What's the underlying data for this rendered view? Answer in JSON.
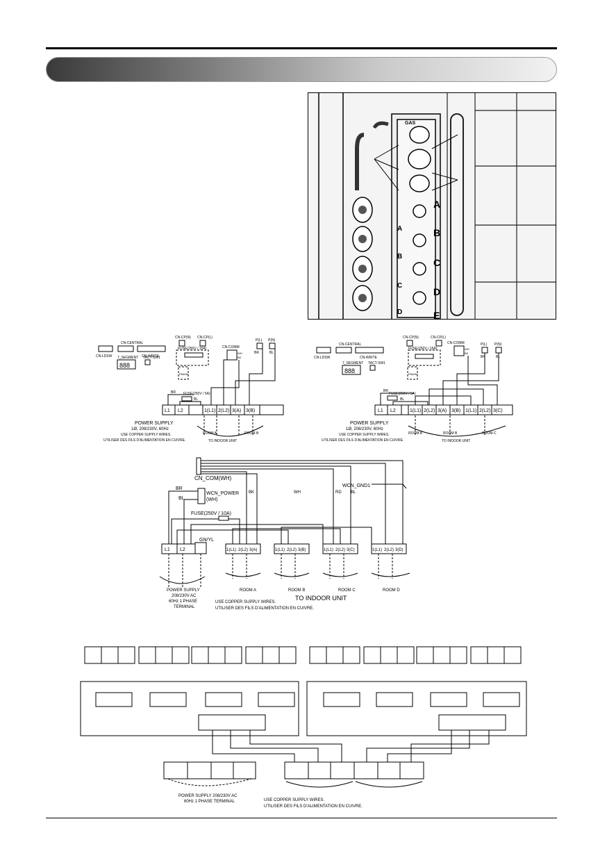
{
  "diagram_top_left": {
    "labels": {
      "cn_central": "CN-CENTRAL",
      "cn_ldsw": "CN-LDSW",
      "cn_write": "CN-WRITE",
      "seg7": "7_SEGMENT",
      "seg_digits": "888",
      "tact": "TACT-SW1",
      "cn_cpn": "CN-CP(N)",
      "cn_cpl": "CN-CP(L)",
      "fuse_top": "FUSE(250V / 15A)",
      "cn_comm": "CN-COMM",
      "pl": "P(L)",
      "pn": "P(N)",
      "br1": "BR",
      "bl1": "BL",
      "pmain": "PMAIN",
      "wh": "WH",
      "bk": "BK",
      "br": "BR",
      "bl": "BL",
      "fuse": "FUSE(250V / 5A)",
      "room_a": "ROOM A",
      "room_b": "ROOM B",
      "to_indoor": "TO INDOOR UNIT",
      "power": "POWER SUPPLY",
      "power_spec": "1Ø, 208/230V, 60Hz",
      "copper_en": "USE COPPER SUPPLY WIRES.",
      "copper_fr": "UTILISER DES FILS D'ALIMENTATION EN CUIVRE."
    },
    "terminals": [
      "L1",
      "L2",
      "1(L1)",
      "2(L2)",
      "3(A)",
      "3(B)"
    ]
  },
  "diagram_top_right": {
    "labels": {
      "cn_central": "CN-CENTRAL",
      "cn_ldsw": "CN-LDSW",
      "cn_write": "CN-WRITE",
      "seg7": "7_SEGMENT",
      "seg_digits": "888",
      "tact": "TACT-SW1",
      "cn_cpn": "CN-CP(N)",
      "cn_cpl": "CN-CP(L)",
      "fuse_top": "FUSE(250V / 15A)",
      "cn_comm": "CN-COMM",
      "pl": "P(L)",
      "pn": "P(N)",
      "br1": "BR",
      "bl1": "BL",
      "pmain": "PMAIN",
      "wh": "WH",
      "bk": "BK",
      "br": "BR",
      "bl": "BL",
      "fuse": "FUSE(250V / 5A)",
      "room_a": "ROOM A",
      "room_b": "ROOM B",
      "room_c": "ROOM C",
      "to_indoor": "TO INDOOR UNIT",
      "power": "POWER SUPPLY",
      "power_spec": "1Ø, 208/230V, 60Hz",
      "copper_en": "USE COPPER SUPPLY WIRES.",
      "copper_fr": "UTILISER DES FILS D'ALIMENTATION EN CUIVRE."
    },
    "terminals": [
      "L1",
      "L2",
      "1(L1)",
      "2(L2)",
      "3(A)",
      "3(B)",
      "1(L1)",
      "2(L2)",
      "3(C)"
    ]
  },
  "diagram_middle": {
    "labels": {
      "cn_com": "CN_COM(WH)",
      "wcn_gnd": "WCN_GND1",
      "wcn_power": "WCN_POWER",
      "wcn_power_wh": "(WH)",
      "br": "BR",
      "bl": "BL",
      "bk": "BK",
      "wh": "WH",
      "rd": "RD",
      "bl_v": "BL",
      "fuse": "FUSE(250V / 10A)",
      "gnyl": "GN/YL",
      "room_a": "ROOM A",
      "room_b": "ROOM B",
      "room_c": "ROOM C",
      "room_d": "ROOM D",
      "power1": "POWER SUPPLY",
      "power2": "208/230V AC",
      "power3": "60Hz 1 PHASE",
      "power4": "TERMINAL",
      "copper_en": "USE COPPER SUPPLY WIRES.",
      "to_indoor": "TO INDOOR UNIT",
      "copper_fr": "UTILISER DES FILS D'ALIMENTATION EN CUIVRE."
    },
    "terminals": [
      "L1",
      "L2",
      "1(L1)",
      "2(L2)",
      "3(A)",
      "1(L1)",
      "2(L2)",
      "3(B)",
      "1(L1)",
      "2(L2)",
      "3(C)",
      "1(L1)",
      "2(L2)",
      "3(D)"
    ]
  },
  "diagram_bottom": {
    "labels": {
      "power": "POWER SUPPLY 208/230V AC",
      "power2": "60Hz 1 PHASE TERMINAL",
      "copper_en": "USE COPPER SUPPLY WIRES.",
      "copper_fr": "UTILISER DES FILS D'ALIMENTATION EN CUIVRE."
    }
  },
  "photo": {
    "valve_labels": [
      "A",
      "B",
      "C",
      "D",
      "E"
    ],
    "port_labels": [
      "A",
      "B",
      "C",
      "D"
    ],
    "gas_label": "GAS"
  }
}
